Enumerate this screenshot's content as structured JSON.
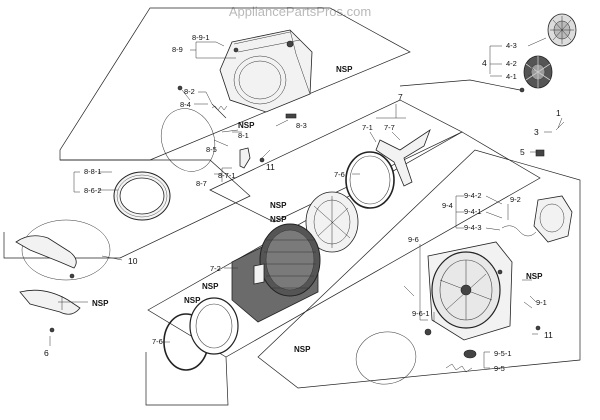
{
  "watermark": "AppliancePartsPros.com",
  "labels": {
    "l_8_9_1": "8-9-1",
    "l_8_9": "8-9",
    "nsp_top": "NSP",
    "l_8_2": "8-2",
    "l_8_4": "8-4",
    "nsp_mid": "NSP",
    "l_8_1": "8-1",
    "l_8_3": "8-3",
    "l_8_5": "8-5",
    "l_11_top": "11",
    "l_8_7_1": "8-7-1",
    "l_8_7": "8-7",
    "l_8_8_1": "8-8-1",
    "l_8_6_2": "8-6-2",
    "l_10": "10",
    "nsp_left": "NSP",
    "l_6": "6",
    "l_7": "7",
    "l_7_1": "7-1",
    "l_7_7": "7-7",
    "l_7_6_top": "7-6",
    "nsp_drum1": "NSP",
    "nsp_drum2": "NSP",
    "l_7_2": "7-2",
    "nsp_drum3": "NSP",
    "nsp_drum4": "NSP",
    "l_7_6_bot": "7-6",
    "nsp_bottom": "NSP",
    "l_4": "4",
    "l_4_3": "4-3",
    "l_4_2": "4-2",
    "l_4_1": "4-1",
    "l_1": "1",
    "l_3": "3",
    "l_5": "5",
    "l_9_4_2": "9-4-2",
    "l_9_4": "9-4",
    "l_9_4_1": "9-4-1",
    "l_9_2": "9-2",
    "l_9_4_3": "9-4-3",
    "l_9_6": "9-6",
    "nsp_right": "NSP",
    "l_9_1": "9-1",
    "l_9_6_1": "9-6-1",
    "l_11_bot": "11",
    "l_9_5_1": "9-5-1",
    "l_9_5": "9-5"
  }
}
